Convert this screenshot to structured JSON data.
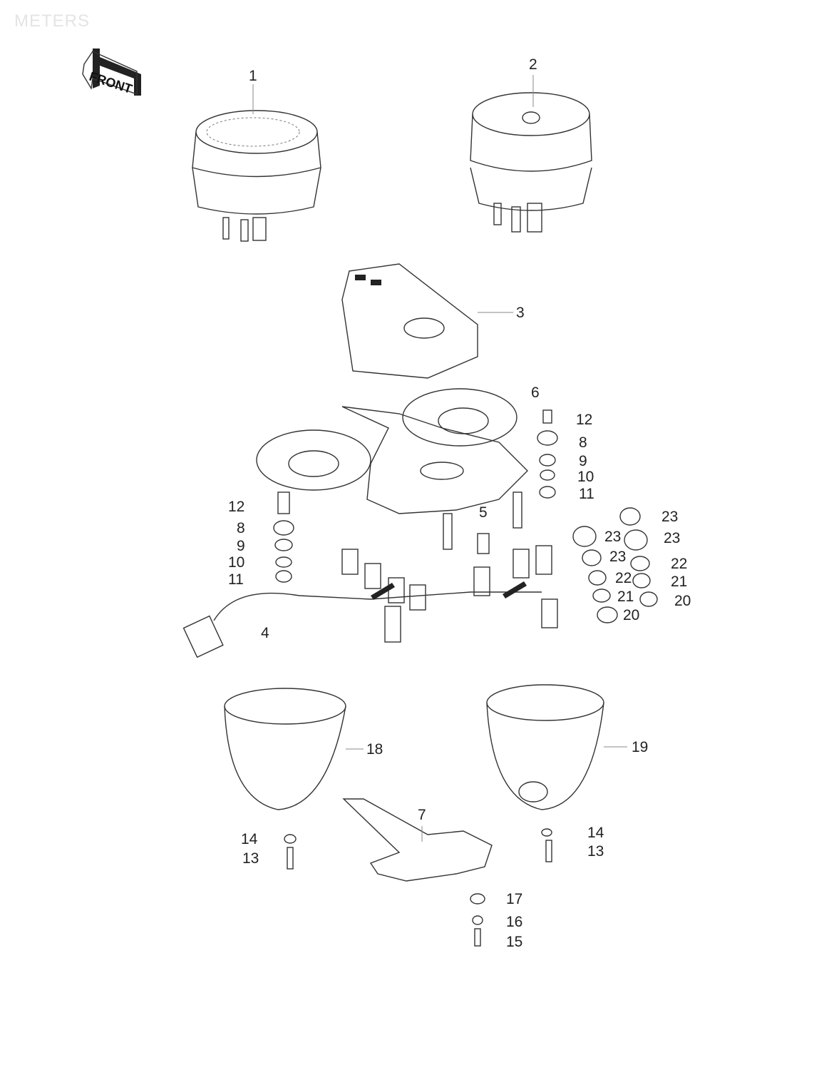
{
  "title": "METERS",
  "front_badge": "FRONT",
  "callouts": [
    "1",
    "2",
    "3",
    "6",
    "12",
    "8",
    "9",
    "10",
    "11",
    "12",
    "8",
    "9",
    "10",
    "11",
    "5",
    "23",
    "23",
    "23",
    "23",
    "22",
    "22",
    "21",
    "21",
    "20",
    "20",
    "4",
    "18",
    "19",
    "7",
    "14",
    "13",
    "14",
    "13",
    "17",
    "16",
    "15"
  ]
}
